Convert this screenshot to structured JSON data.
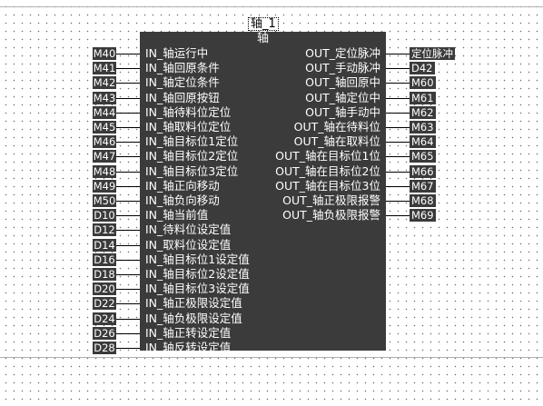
{
  "instance_name": "轴_1",
  "block_type": "轴",
  "inputs": [
    {
      "var": "M40",
      "pin": "IN_轴运行中"
    },
    {
      "var": "M41",
      "pin": "IN_轴回原条件"
    },
    {
      "var": "M42",
      "pin": "IN_轴定位条件"
    },
    {
      "var": "M43",
      "pin": "IN_轴回原按钮"
    },
    {
      "var": "M44",
      "pin": "IN_轴待料位定位"
    },
    {
      "var": "M45",
      "pin": "IN_轴取料位定位"
    },
    {
      "var": "M46",
      "pin": "IN_轴目标位1定位"
    },
    {
      "var": "M47",
      "pin": "IN_轴目标位2定位"
    },
    {
      "var": "M48",
      "pin": "IN_轴目标位3定位"
    },
    {
      "var": "M49",
      "pin": "IN_轴正向移动"
    },
    {
      "var": "M50",
      "pin": "IN_轴负向移动"
    },
    {
      "var": "D10",
      "pin": "IN_轴当前值"
    },
    {
      "var": "D12",
      "pin": "IN_待料位设定值"
    },
    {
      "var": "D14",
      "pin": "IN_取料位设定值"
    },
    {
      "var": "D16",
      "pin": "IN_轴目标位1设定值"
    },
    {
      "var": "D18",
      "pin": "IN_轴目标位2设定值"
    },
    {
      "var": "D20",
      "pin": "IN_轴目标位3设定值"
    },
    {
      "var": "D22",
      "pin": "IN_轴正极限设定值"
    },
    {
      "var": "D24",
      "pin": "IN_轴负极限设定值"
    },
    {
      "var": "D26",
      "pin": "IN_轴正转设定值"
    },
    {
      "var": "D28",
      "pin": "IN_轴反转设定值"
    }
  ],
  "outputs": [
    {
      "pin": "OUT_定位脉冲",
      "var": "定位脉冲"
    },
    {
      "pin": "OUT_手动脉冲",
      "var": "D42"
    },
    {
      "pin": "OUT_轴回原中",
      "var": "M60"
    },
    {
      "pin": "OUT_轴定位中",
      "var": "M61"
    },
    {
      "pin": "OUT_轴手动中",
      "var": "M62"
    },
    {
      "pin": "OUT_轴在待料位",
      "var": "M63"
    },
    {
      "pin": "OUT_轴在取料位",
      "var": "M64"
    },
    {
      "pin": "OUT_轴在目标位1位",
      "var": "M65"
    },
    {
      "pin": "OUT_轴在目标位2位",
      "var": "M66"
    },
    {
      "pin": "OUT_轴在目标位3位",
      "var": "M67"
    },
    {
      "pin": "OUT_轴正极限报警",
      "var": "M68"
    },
    {
      "pin": "OUT_轴负极限报警",
      "var": "M69"
    }
  ]
}
